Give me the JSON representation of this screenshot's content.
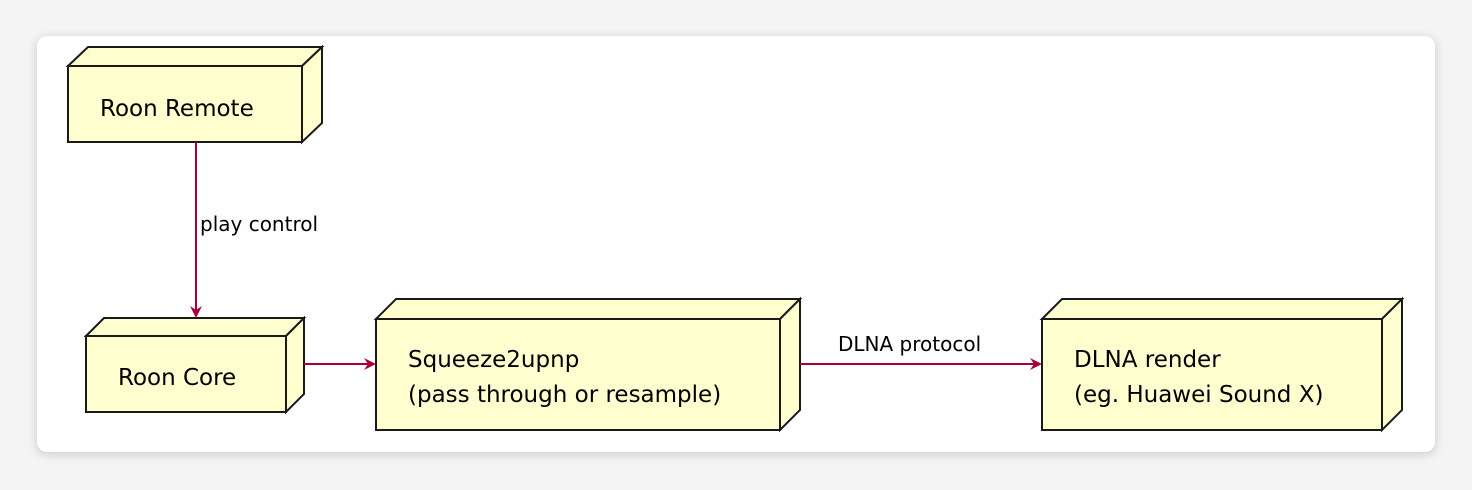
{
  "diagram": {
    "nodes": {
      "roon_remote": {
        "lines": [
          "Roon Remote"
        ]
      },
      "roon_core": {
        "lines": [
          "Roon Core"
        ]
      },
      "squeeze2upnp": {
        "lines": [
          "Squeeze2upnp",
          "(pass through or resample)"
        ]
      },
      "dlna_render": {
        "lines": [
          "DLNA render",
          "(eg. Huawei Sound X)"
        ]
      }
    },
    "edges": {
      "remote_to_core": {
        "label": "play control"
      },
      "core_to_squeeze": {
        "label": ""
      },
      "squeeze_to_render": {
        "label": "DLNA protocol"
      }
    }
  },
  "colors": {
    "node_fill": "#fefece",
    "node_stroke": "#1a1a1a",
    "arrow": "#a80036",
    "background": "#ffffff"
  }
}
